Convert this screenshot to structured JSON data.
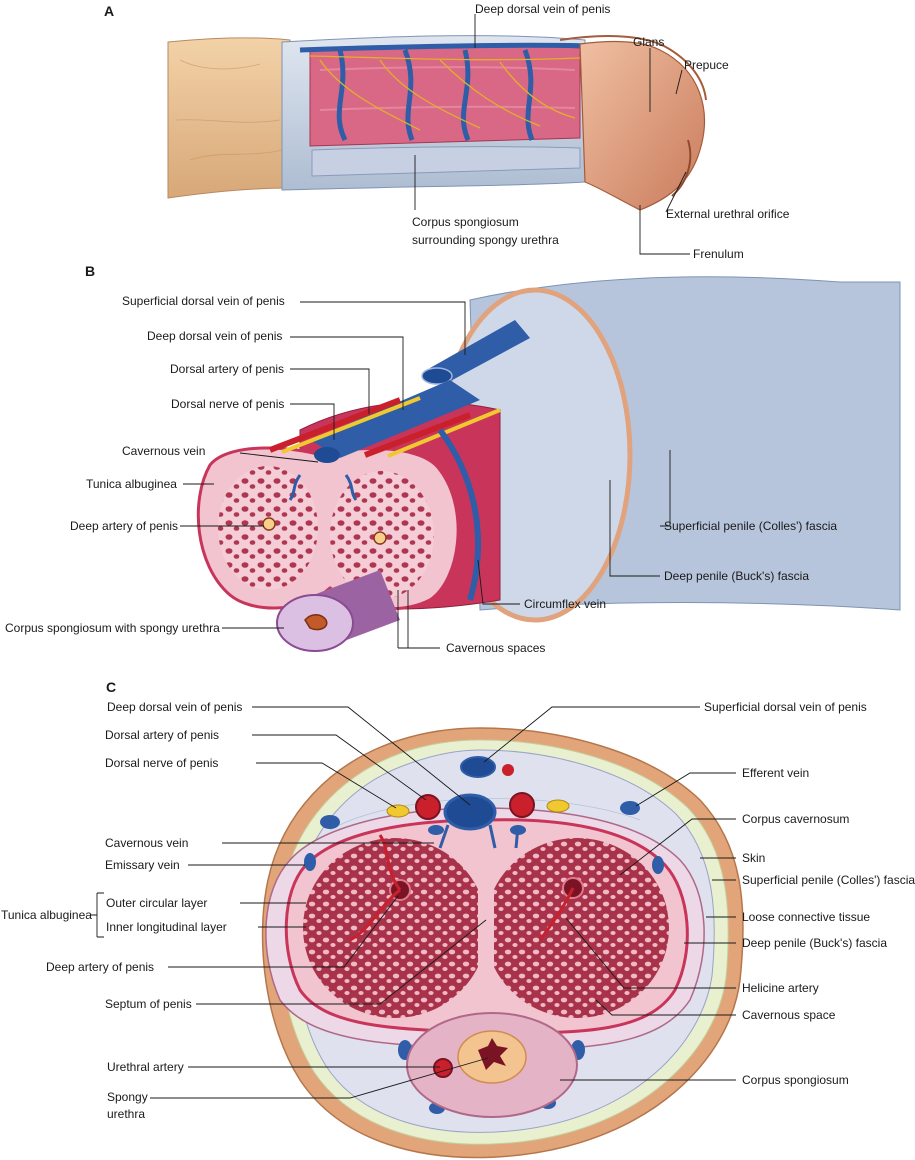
{
  "panels": {
    "a": {
      "letter": "A",
      "labels": {
        "deep_dorsal_vein": "Deep dorsal vein of penis",
        "glans": "Glans",
        "prepuce": "Prepuce",
        "corpus_spongiosum_1": "Corpus spongiosum",
        "corpus_spongiosum_2": "surrounding spongy urethra",
        "external_urethral_orifice": "External urethral orifice",
        "frenulum": "Frenulum"
      }
    },
    "b": {
      "letter": "B",
      "labels": {
        "superficial_dorsal_vein": "Superficial dorsal vein of penis",
        "deep_dorsal_vein": "Deep dorsal vein of penis",
        "dorsal_artery": "Dorsal artery of penis",
        "dorsal_nerve": "Dorsal nerve of penis",
        "cavernous_vein": "Cavernous vein",
        "tunica_albuginea": "Tunica albuginea",
        "deep_artery": "Deep artery of penis",
        "corpus_spongiosum": "Corpus spongiosum with spongy urethra",
        "superficial_penile_fascia": "Superficial penile (Colles') fascia",
        "deep_penile_fascia": "Deep penile (Buck's) fascia",
        "circumflex_vein": "Circumflex vein",
        "cavernous_spaces": "Cavernous spaces"
      }
    },
    "c": {
      "letter": "C",
      "labels": {
        "deep_dorsal_vein": "Deep dorsal vein of penis",
        "dorsal_artery": "Dorsal artery of penis",
        "dorsal_nerve": "Dorsal nerve of penis",
        "cavernous_vein": "Cavernous vein",
        "emissary_vein": "Emissary vein",
        "tunica_albuginea": "Tunica albuginea",
        "outer_circular": "Outer circular layer",
        "inner_longitudinal": "Inner longitudinal layer",
        "deep_artery": "Deep artery of penis",
        "septum": "Septum of penis",
        "urethral_artery": "Urethral artery",
        "spongy_urethra_1": "Spongy",
        "spongy_urethra_2": "urethra",
        "superficial_dorsal_vein": "Superficial dorsal vein of penis",
        "efferent_vein": "Efferent vein",
        "corpus_cavernosum": "Corpus cavernosum",
        "skin": "Skin",
        "superficial_penile_fascia": "Superficial penile (Colles') fascia",
        "loose_connective": "Loose connective tissue",
        "deep_penile_fascia": "Deep penile (Buck's) fascia",
        "helicine_artery": "Helicine artery",
        "cavernous_space": "Cavernous space",
        "corpus_spongiosum": "Corpus spongiosum"
      }
    }
  },
  "colors": {
    "skin": "#e2a57a",
    "fascia": "#dfe6ef",
    "tissue_red": "#b8344e",
    "tissue_pink": "#f2c4cf",
    "vein": "#2f5da8",
    "artery": "#c9202c",
    "nerve": "#f0c830",
    "spongiosum": "#c88ab4"
  }
}
